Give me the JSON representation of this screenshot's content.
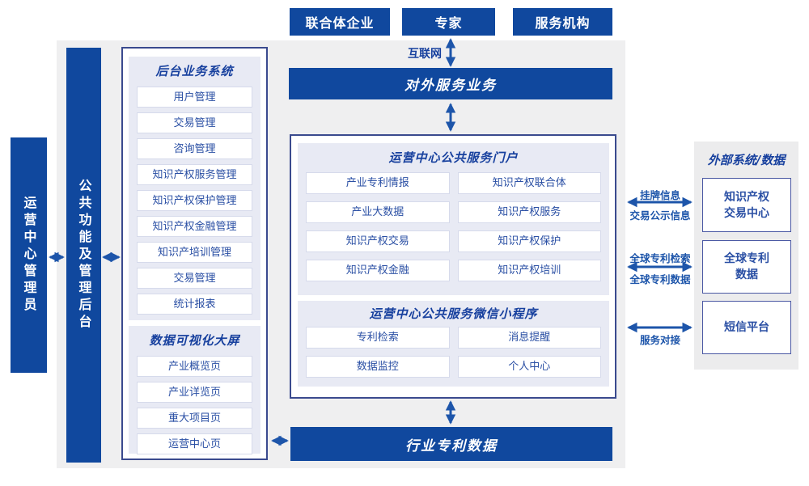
{
  "colors": {
    "primary_blue": "#10489e",
    "arrow_blue": "#1d55aa",
    "panel_lavender": "#e8eaf4",
    "outer_border_navy": "#3a4a8e",
    "item_text_blue": "#2a4fa4",
    "header_text_blue": "#17409e",
    "background_gray": "#efeff0"
  },
  "top_actors": [
    "联合体企业",
    "专家",
    "服务机构"
  ],
  "internet_label": "互联网",
  "external_service_bar": "对外服务业务",
  "left_column": {
    "admin_box": "运营中心管理员",
    "backend_bar": "公共功能及管理后台",
    "backend_system": {
      "title": "后台业务系统",
      "items": [
        "用户管理",
        "交易管理",
        "咨询管理",
        "知识产权服务管理",
        "知识产权保护管理",
        "知识产权金融管理",
        "知识产培训管理",
        "交易管理",
        "统计报表"
      ]
    },
    "dashboard": {
      "title": "数据可视化大屏",
      "items": [
        "产业概览页",
        "产业详览页",
        "重大项目页",
        "运营中心页"
      ]
    }
  },
  "center": {
    "portal": {
      "title": "运营中心公共服务门户",
      "items": [
        "产业专利情报",
        "知识产权联合体",
        "产业大数据",
        "知识产权服务",
        "知识产权交易",
        "知识产权保护",
        "知识产权金融",
        "知识产权培训"
      ]
    },
    "miniprogram": {
      "title": "运营中心公共服务微信小程序",
      "items": [
        "专利检索",
        "消息提醒",
        "数据监控",
        "个人中心"
      ]
    }
  },
  "industry_patent_bar": "行业专利数据",
  "external_panel": {
    "title": "外部系统/数据",
    "systems": [
      "知识产权\n交易中心",
      "全球专利\n数据",
      "短信平台"
    ],
    "links": [
      {
        "label_top": "挂牌信息",
        "label_bottom": "交易公示信息"
      },
      {
        "label_top": "全球专利检索",
        "label_bottom": "全球专利数据"
      },
      {
        "label_top": "",
        "label_bottom": "服务对接"
      }
    ]
  }
}
